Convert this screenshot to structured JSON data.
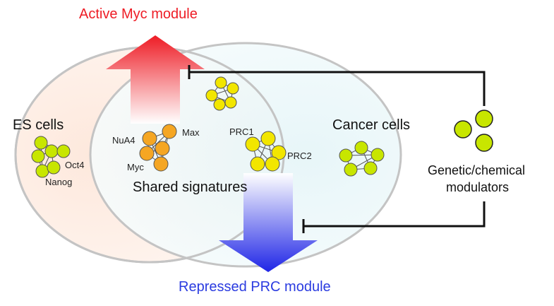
{
  "labels": {
    "active_module": "Active Myc module",
    "repressed_module": "Repressed PRC module",
    "es_cells": "ES cells",
    "cancer_cells": "Cancer cells",
    "shared_signatures": "Shared signatures",
    "modulators_line1": "Genetic/chemical",
    "modulators_line2": "modulators"
  },
  "myc_module_nodes": {
    "nua4": "NuA4",
    "max": "Max",
    "myc": "Myc"
  },
  "prc_module_nodes": {
    "prc1": "PRC1",
    "prc2": "PRC2"
  },
  "es_module_nodes": {
    "oct4": "Oct4",
    "nanog": "Nanog"
  },
  "colors": {
    "active_arrow": "#ee1c25",
    "repressed_arrow": "#1f25e6",
    "node_green": "#c8e600",
    "node_yellow": "#f2e600",
    "node_orange": "#f5a623",
    "es_fill": "#fdf0e8",
    "cancer_fill": "#eef8fa",
    "ellipse_stroke": "#c4c4c4"
  }
}
